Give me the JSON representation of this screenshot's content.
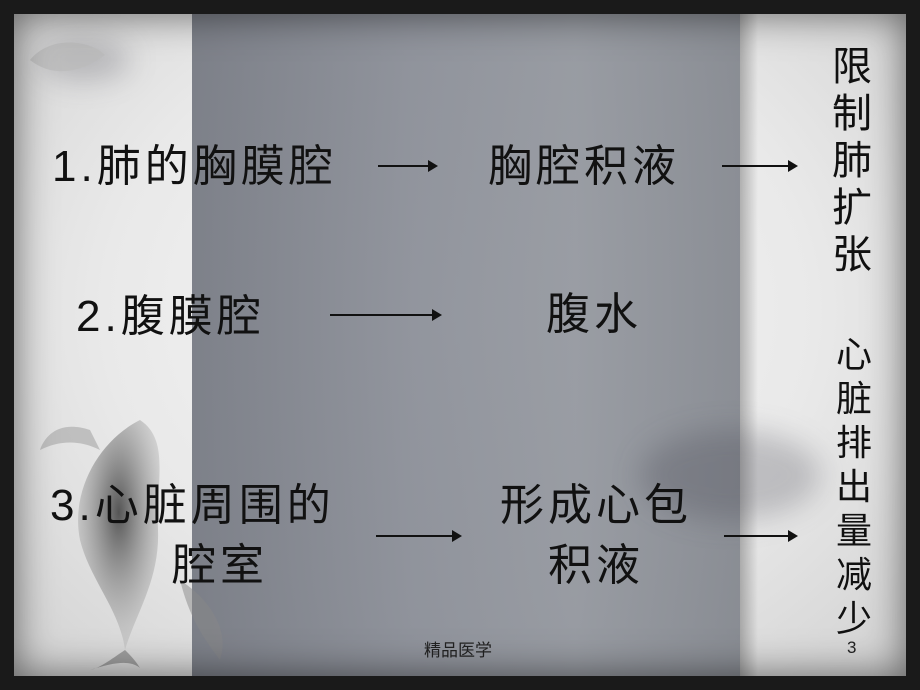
{
  "rows": [
    {
      "number": "1.",
      "source": "肺的胸膜腔",
      "result": "胸腔积液"
    },
    {
      "number": "2.",
      "source": "腹膜腔",
      "result": "腹水"
    },
    {
      "number": "3.",
      "source_line1": "心脏周围的",
      "source_line2": "腔室",
      "result_line1": "形成心包",
      "result_line2": "积液"
    }
  ],
  "effects": {
    "lung": [
      "限",
      "制",
      "肺",
      "扩",
      "张"
    ],
    "heart": [
      "心",
      "脏",
      "排",
      "出",
      "量",
      "减",
      "少"
    ]
  },
  "footer": {
    "label": "精品医学",
    "page": "3"
  }
}
